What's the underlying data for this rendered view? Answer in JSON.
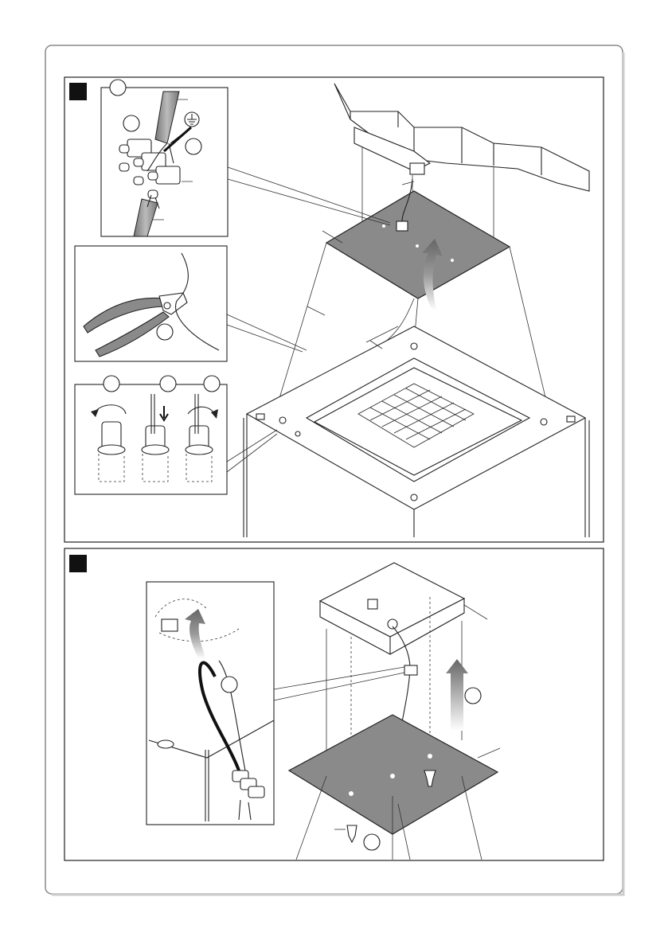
{
  "figure": {
    "panels": [
      {
        "id": "panel-1",
        "step_marker": ""
      },
      {
        "id": "panel-2",
        "step_marker": ""
      }
    ],
    "colors": {
      "frame_border": "#888888",
      "step_marker": "#111111",
      "plate_fill": "#8a8a8a",
      "arrow_gray": "#777777",
      "line": "#222222",
      "background": "#ffffff"
    },
    "icons": [
      "ground-earth-symbol",
      "rotate-arrow-icon",
      "push-down-arrow-icon",
      "lift-up-arrow-icon",
      "side-cutter-pliers",
      "terminal-block",
      "screw"
    ]
  }
}
